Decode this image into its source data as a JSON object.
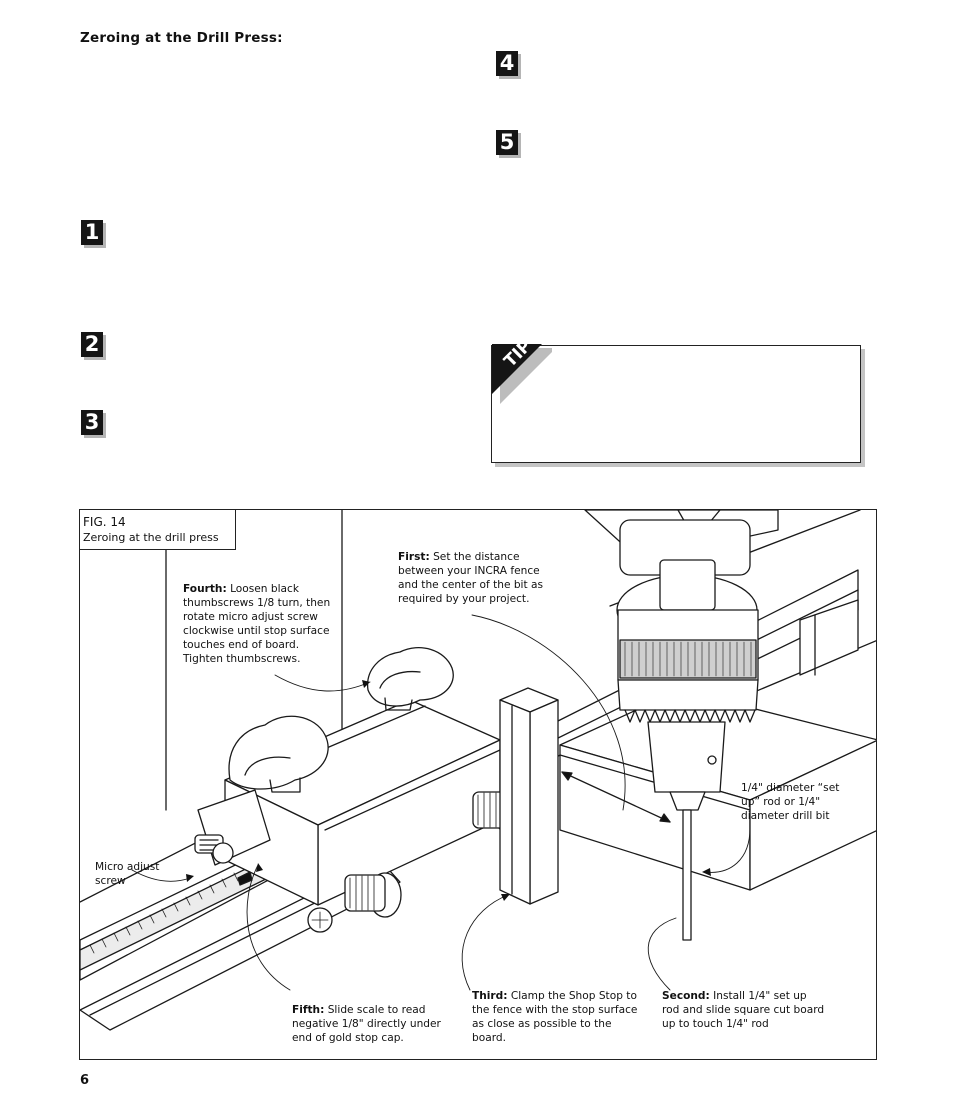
{
  "heading": "Zeroing at the Drill Press:",
  "steps": {
    "s1": "1",
    "s2": "2",
    "s3": "3",
    "s4": "4",
    "s5": "5"
  },
  "tip": {
    "flag_text": "TIP"
  },
  "figure": {
    "number": "FIG. 14",
    "caption": "Zeroing at the drill press",
    "callouts": {
      "first": {
        "label": "First:",
        "text": "Set the distance between your INCRA fence and the center of the bit as required by your project."
      },
      "fourth": {
        "label": "Fourth:",
        "text": "Loosen black thumbscrews 1/8 turn, then rotate micro adjust screw clockwise until stop surface touches end of board.  Tighten thumbscrews."
      },
      "micro": {
        "text": "Micro adjust screw"
      },
      "rod": {
        "text": "1/4\" diameter “set up” rod or 1/4\" diameter drill bit"
      },
      "fifth": {
        "label": "Fifth:",
        "text": "Slide scale to read negative 1/8\" directly under end of gold stop cap."
      },
      "third": {
        "label": "Third:",
        "text": "Clamp the Shop Stop to the fence with the stop surface as close as possible to the board."
      },
      "second": {
        "label": "Second:",
        "text": "Install 1/4\" set up rod and slide square cut board up to touch 1/4\" rod"
      }
    }
  },
  "page_number": "6"
}
